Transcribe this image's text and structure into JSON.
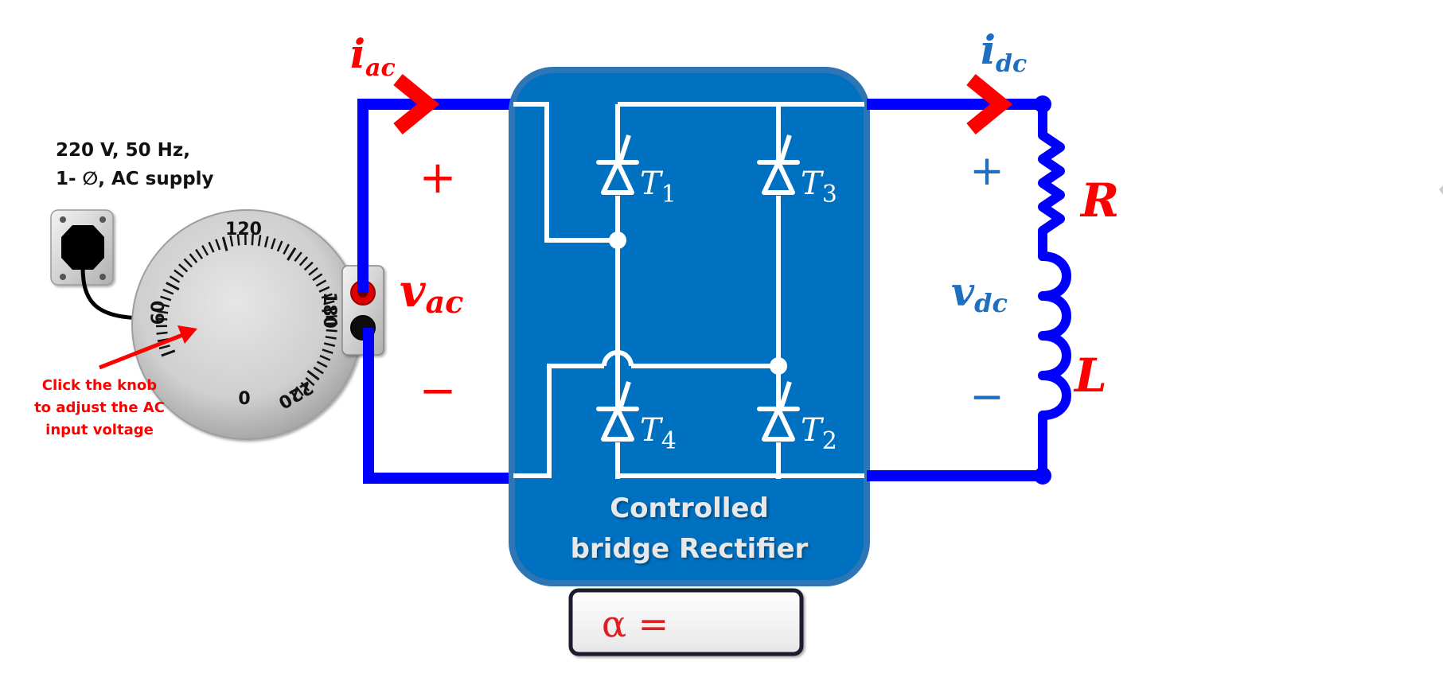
{
  "supply": {
    "line1": "220 V, 50 Hz,",
    "line2": "1- ∅, AC supply"
  },
  "knob": {
    "labels": [
      "0",
      "60",
      "120",
      "180",
      "220"
    ],
    "hint_line1": "Click the knob",
    "hint_line2": "to adjust the AC",
    "hint_line3": "input voltage"
  },
  "ac_side": {
    "current_symbol": "i",
    "current_sub": "ac",
    "voltage_symbol": "v",
    "voltage_sub": "ac",
    "plus": "+",
    "minus": "−"
  },
  "rectifier": {
    "title_line1": "Controlled",
    "title_line2": "bridge Rectifier",
    "thyristors": [
      {
        "name": "T",
        "sub": "1"
      },
      {
        "name": "T",
        "sub": "3"
      },
      {
        "name": "T",
        "sub": "4"
      },
      {
        "name": "T",
        "sub": "2"
      }
    ]
  },
  "dc_side": {
    "current_symbol": "i",
    "current_sub": "dc",
    "voltage_symbol": "v",
    "voltage_sub": "dc",
    "plus": "+",
    "minus": "−",
    "resistor_label": "R",
    "inductor_label": "L"
  },
  "alpha": {
    "label": "α =",
    "value": ""
  },
  "colors": {
    "wire": "#0000ff",
    "box": "#0070c0",
    "box_border": "#2e75b6",
    "accent_red": "#ff0000",
    "dc_blue": "#1f6fc0"
  }
}
